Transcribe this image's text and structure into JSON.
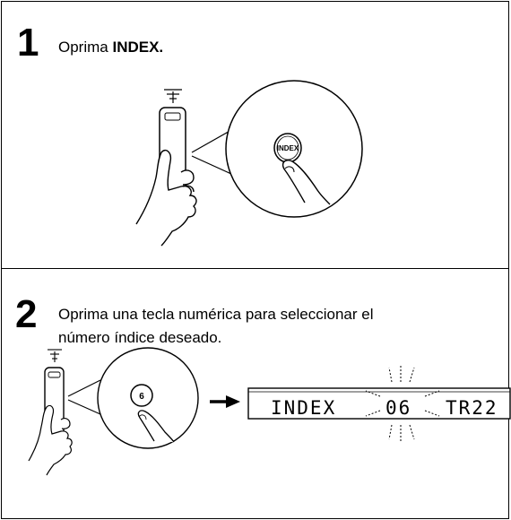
{
  "step1": {
    "number": "1",
    "text_prefix": "Oprima ",
    "text_bold": "INDEX.",
    "button_label": "INDEX"
  },
  "step2": {
    "number": "2",
    "line1": "Oprima una tecla numérica para seleccionar el",
    "line2": "número índice deseado.",
    "button_label": "6",
    "display": {
      "label": "INDEX",
      "value": "06",
      "track": "TR22"
    }
  }
}
